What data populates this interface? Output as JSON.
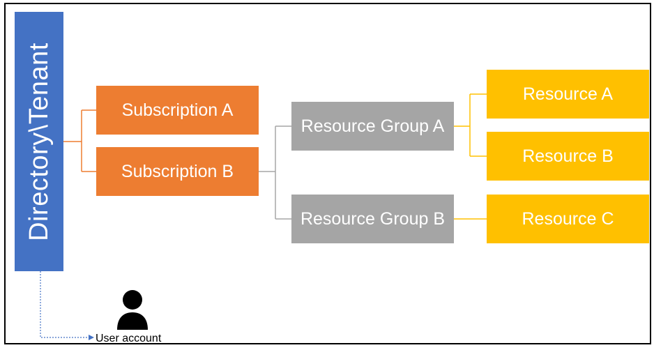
{
  "tenant": {
    "label": "Directory\\Tenant",
    "color": "#4472c4"
  },
  "subscriptions": [
    {
      "label": "Subscription A"
    },
    {
      "label": "Subscription B"
    }
  ],
  "resource_groups": [
    {
      "label": "Resource Group A"
    },
    {
      "label": "Resource Group B"
    }
  ],
  "resources": [
    {
      "label": "Resource A"
    },
    {
      "label": "Resource B"
    },
    {
      "label": "Resource C"
    }
  ],
  "user": {
    "label": "User account",
    "icon": "person-icon"
  },
  "colors": {
    "subscription": "#ed7d31",
    "resource_group": "#a5a5a5",
    "resource": "#ffc000",
    "dotted_link": "#4472c4"
  }
}
